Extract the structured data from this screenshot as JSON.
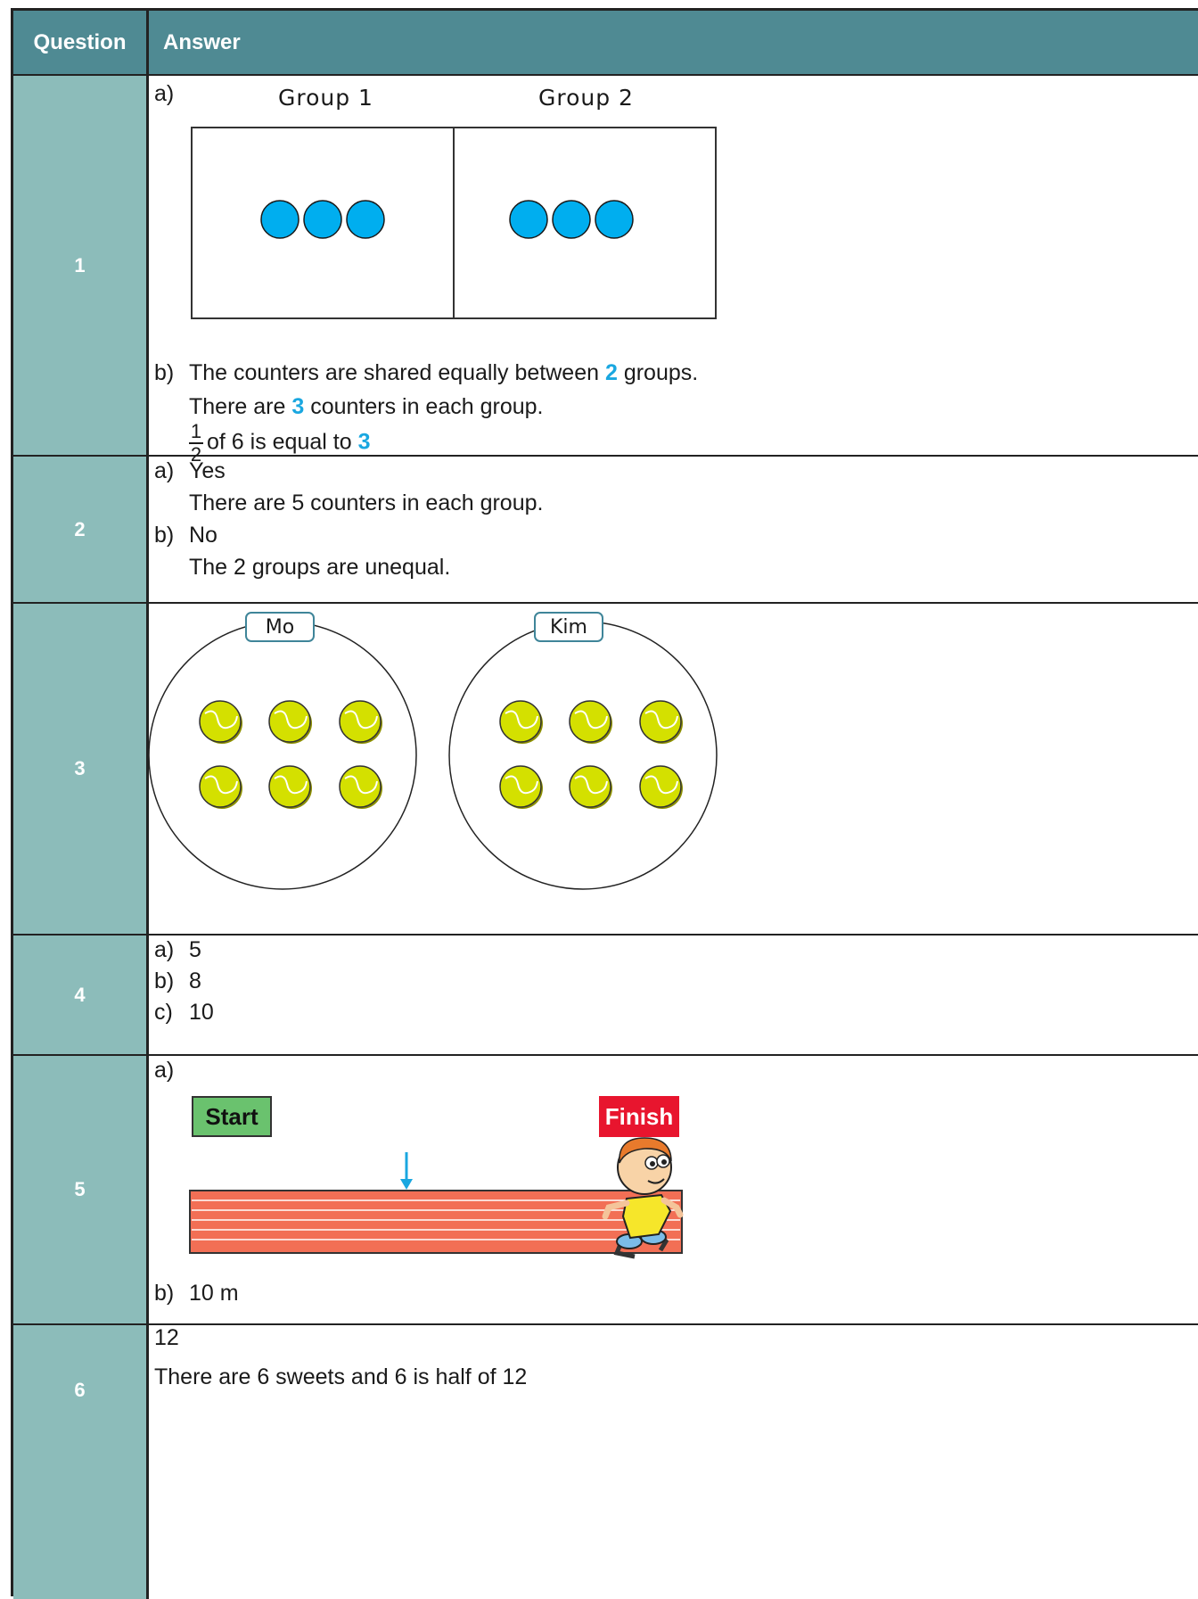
{
  "header": {
    "question": "Question",
    "answer": "Answer"
  },
  "q1": {
    "number": "1",
    "a_label": "a)",
    "group1": "Group 1",
    "group2": "Group 2",
    "b_label": "b)",
    "line1_pre": "The counters are shared equally between ",
    "line1_num": "2",
    "line1_post": " groups.",
    "line2_pre": "There are ",
    "line2_num": "3",
    "line2_post": " counters in each group.",
    "frac_num": "1",
    "frac_den": "2",
    "line3_mid": "of 6 is equal to ",
    "line3_num": "3"
  },
  "q2": {
    "number": "2",
    "a_label": "a)",
    "a_text": "Yes",
    "a_sub": "There are 5 counters in each group.",
    "b_label": "b)",
    "b_text": "No",
    "b_sub": "The 2 groups are unequal."
  },
  "q3": {
    "number": "3",
    "name1": "Mo",
    "name2": "Kim"
  },
  "q4": {
    "number": "4",
    "a_label": "a)",
    "a_val": "5",
    "b_label": "b)",
    "b_val": "8",
    "c_label": "c)",
    "c_val": "10"
  },
  "q5": {
    "number": "5",
    "a_label": "a)",
    "start": "Start",
    "finish": "Finish",
    "b_label": "b)",
    "b_val": "10 m"
  },
  "q6": {
    "number": "6",
    "line1": "12",
    "line2": "There are 6 sweets and 6 is half of 12"
  },
  "colors": {
    "header": "#4f8a93",
    "question_cell": "#8cbcba",
    "highlight": "#1aa7e0",
    "counter": "#00aeef",
    "ball": "#d4e000",
    "start": "#6ac26e",
    "finish": "#e8152e",
    "track": "#f26f55"
  }
}
